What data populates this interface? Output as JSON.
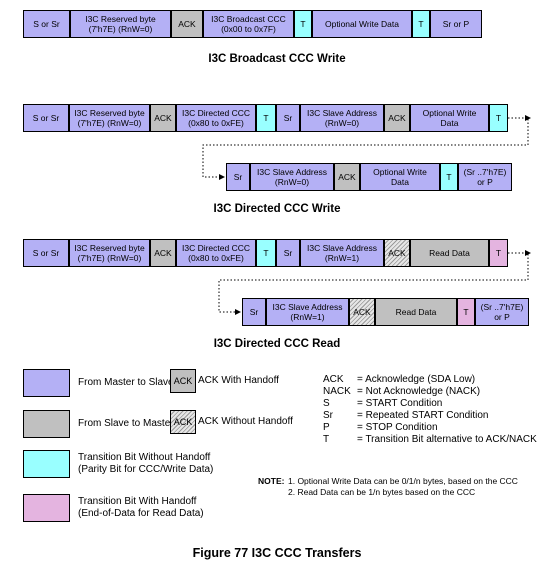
{
  "broadcast_write": {
    "title": "I3C Broadcast CCC Write",
    "cells": [
      "S or Sr",
      "I3C Reserved byte\n(7'h7E) (RnW=0)",
      "ACK",
      "I3C Broadcast CCC\n(0x00 to 0x7F)",
      "T",
      "Optional Write Data",
      "T",
      "Sr or P"
    ]
  },
  "directed_write": {
    "title": "I3C Directed CCC Write",
    "row1": [
      "S or Sr",
      "I3C Reserved byte\n(7'h7E) (RnW=0)",
      "ACK",
      "I3C Directed CCC\n(0x80 to 0xFE)",
      "T",
      "Sr",
      "I3C Slave Address\n(RnW=0)",
      "ACK",
      "Optional Write\nData",
      "T"
    ],
    "row2": [
      "Sr",
      "I3C Slave Address\n(RnW=0)",
      "ACK",
      "Optional Write\nData",
      "T",
      "(Sr ..7'h7E)\nor P"
    ]
  },
  "directed_read": {
    "title": "I3C Directed CCC Read",
    "row1": [
      "S or Sr",
      "I3C Reserved byte\n(7'h7E) (RnW=0)",
      "ACK",
      "I3C Directed CCC\n(0x80 to 0xFE)",
      "T",
      "Sr",
      "I3C Slave Address\n(RnW=1)",
      "ACK",
      "Read Data",
      "T"
    ],
    "row2": [
      "Sr",
      "I3C Slave Address\n(RnW=1)",
      "ACK",
      "Read Data",
      "T",
      "(Sr ..7'h7E)\nor P"
    ]
  },
  "legend": {
    "master_to_slave": "From Master to Slave",
    "slave_to_master": "From Slave to Master",
    "t_no_handoff": "Transition Bit Without Handoff\n(Parity Bit for CCC/Write Data)",
    "t_handoff": "Transition Bit With Handoff\n(End-of-Data for Read Data)",
    "ack_label": "ACK",
    "ack_with_handoff": "ACK With Handoff",
    "ack_without_handoff": "ACK Without Handoff"
  },
  "abbreviations": [
    {
      "key": "ACK",
      "desc": "= Acknowledge (SDA Low)"
    },
    {
      "key": "NACK",
      "desc": "= Not Acknowledge (NACK)"
    },
    {
      "key": "S",
      "desc": "= START Condition"
    },
    {
      "key": "Sr",
      "desc": "= Repeated START Condition"
    },
    {
      "key": "P",
      "desc": "= STOP Condition"
    },
    {
      "key": "T",
      "desc": "= Transition Bit alternative to ACK/NACK"
    }
  ],
  "notes": {
    "label": "NOTE:",
    "note1": "1. Optional Write Data can be 0/1/n bytes, based on the CCC",
    "note2": "2. Read Data can be 1/n bytes based on the CCC"
  },
  "figure_caption": "Figure 77 I3C CCC Transfers",
  "colors": {
    "master": "#b4b0f5",
    "slave": "#c0c0c0",
    "transition_no_handoff": "#99ffff",
    "transition_handoff": "#e4b4e0"
  }
}
